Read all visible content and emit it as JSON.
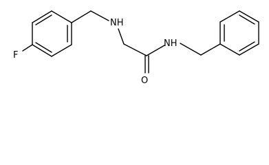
{
  "molecule": {
    "atoms": {
      "fluorine": "F",
      "amine_nh": "NH",
      "amide_nh": "NH",
      "carbonyl_oxygen": "O"
    },
    "colors": {
      "bond": "#000000",
      "label": "#000000",
      "background": "#ffffff"
    }
  }
}
